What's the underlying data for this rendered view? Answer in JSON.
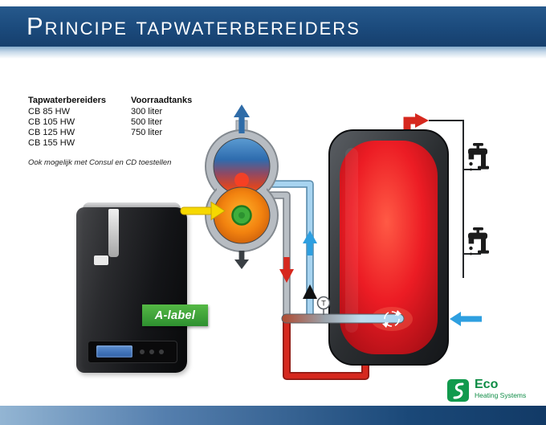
{
  "header": {
    "title": "Principe tapwaterbereiders"
  },
  "info": {
    "columns": [
      {
        "header": "Tapwaterbereiders",
        "items": [
          "CB 85 HW",
          "CB 105 HW",
          "CB 125 HW",
          "CB 155 HW"
        ]
      },
      {
        "header": "Voorraadtanks",
        "items": [
          "300 liter",
          "500 liter",
          "750 liter"
        ]
      }
    ],
    "note": "Ook mogelijk met Consul en CD toestellen"
  },
  "diagram": {
    "badge_label": "A-label",
    "sensor_label": "T",
    "icons": {
      "faucet": "tap-glyph",
      "pump": "triangle-up-glyph",
      "sensor": "circled-T"
    }
  },
  "logo": {
    "name": "Eco",
    "subtitle": "Heating Systems"
  },
  "colors": {
    "header_bar": "#1b4a7c",
    "badge_green": "#3aa93a",
    "logo_green": "#0e8c45",
    "hot_red": "#d6281e",
    "cold_blue": "#2e9fe0",
    "gas_yellow": "#f6d800",
    "tank_red": "#ec1c24"
  }
}
